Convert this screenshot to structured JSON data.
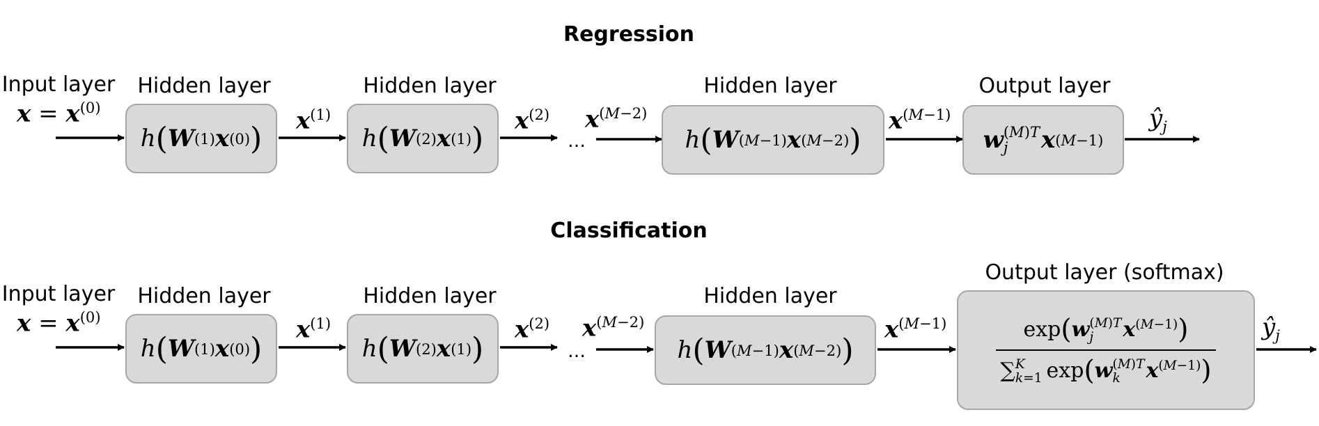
{
  "regression": {
    "title": "Regression",
    "input_label": "Input layer",
    "hidden_label_1": "Hidden layer",
    "hidden_label_2": "Hidden layer",
    "hidden_label_3": "Hidden layer",
    "output_label": "Output layer",
    "ellipsis": "…"
  },
  "classification": {
    "title": "Classification",
    "input_label": "Input layer",
    "hidden_label_1": "Hidden layer",
    "hidden_label_2": "Hidden layer",
    "hidden_label_3": "Hidden layer",
    "output_label": "Output layer (softmax)",
    "ellipsis": "…"
  }
}
